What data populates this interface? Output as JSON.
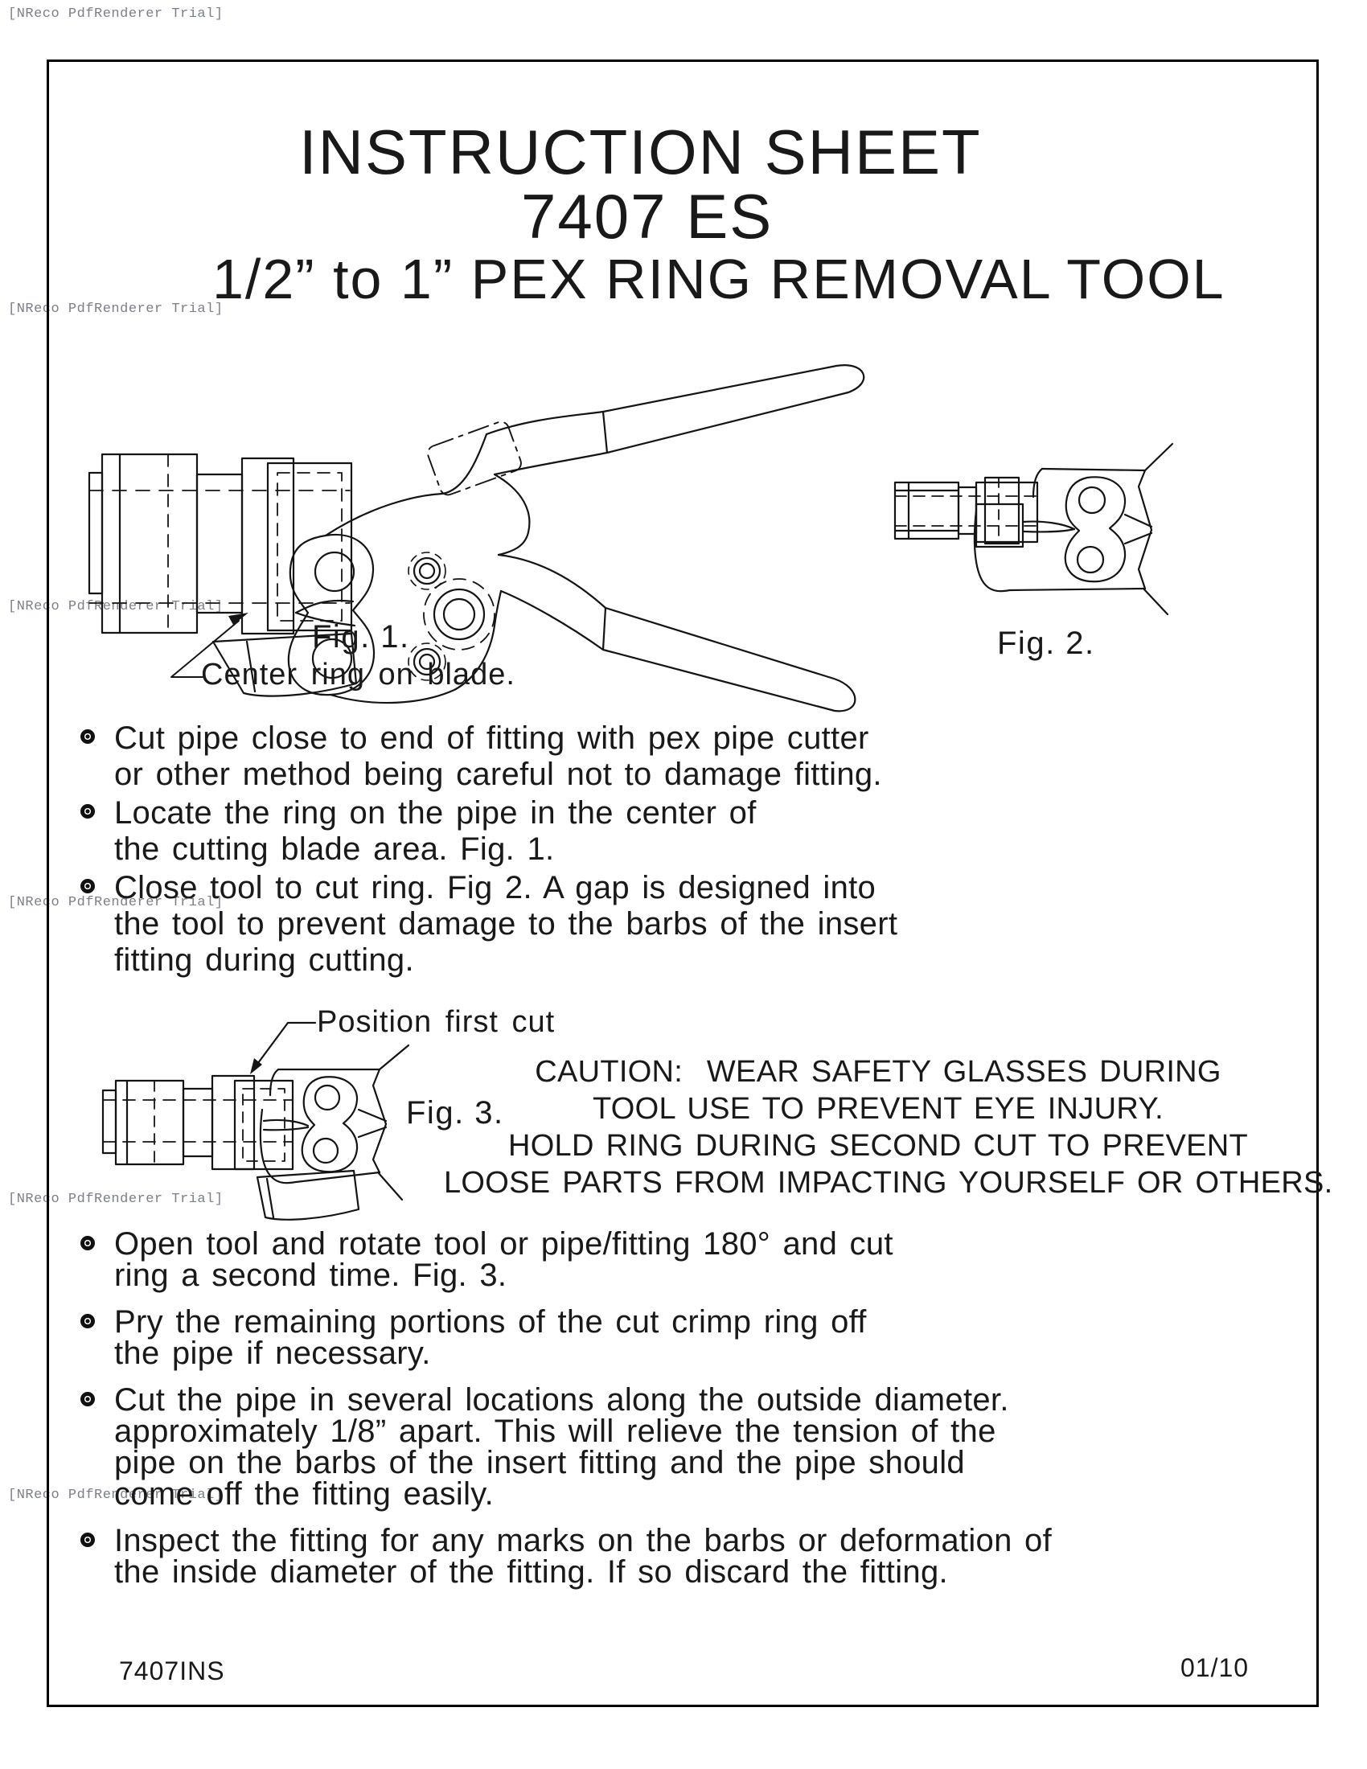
{
  "watermark": {
    "text": "[NReco PdfRenderer Trial]"
  },
  "title": {
    "line1": "INSTRUCTION SHEET",
    "line2": "7407 ES",
    "line3": "1/2” to 1” PEX RING REMOVAL TOOL"
  },
  "figures": {
    "fig1": {
      "caption": "Fig. 1.",
      "callout": "Center ring on blade."
    },
    "fig2": {
      "caption": "Fig. 2."
    },
    "fig3": {
      "caption": "Fig. 3.",
      "callout": "Position first cut"
    }
  },
  "caution": {
    "lines": [
      "CAUTION:  WEAR SAFETY GLASSES DURING",
      "TOOL USE TO PREVENT EYE INJURY.",
      "HOLD RING DURING SECOND CUT TO PREVENT",
      "LOOSE PARTS FROM IMPACTING YOURSELF OR OTHERS."
    ]
  },
  "instructions": {
    "section1": [
      {
        "lines": [
          "Cut pipe close to end of fitting with pex pipe cutter",
          "or other method being careful not to damage fitting."
        ]
      },
      {
        "lines": [
          "Locate the ring on the pipe in the center of",
          "the cutting blade area. Fig. 1."
        ]
      },
      {
        "lines": [
          "Close tool to cut ring. Fig 2. A gap is designed into",
          "the tool to prevent damage to the barbs of the insert",
          "fitting during cutting."
        ]
      }
    ],
    "section2": [
      {
        "lines": [
          "Open tool and rotate tool or pipe/fitting 180° and cut",
          "ring a second time. Fig. 3."
        ]
      },
      {
        "lines": [
          "Pry the remaining portions of the cut crimp ring off",
          "the pipe if necessary."
        ]
      },
      {
        "lines": [
          "Cut the pipe in several locations along the outside diameter.",
          "approximately 1/8” apart. This will relieve the tension of the",
          "pipe on the barbs of the insert fitting and the pipe should",
          "come off the fitting easily."
        ]
      },
      {
        "lines": [
          "Inspect the fitting for any marks on the barbs or deformation of",
          "the inside diameter of the fitting. If so discard the fitting."
        ]
      }
    ]
  },
  "footer": {
    "doc_number": "7407INS",
    "date": "01/10"
  }
}
